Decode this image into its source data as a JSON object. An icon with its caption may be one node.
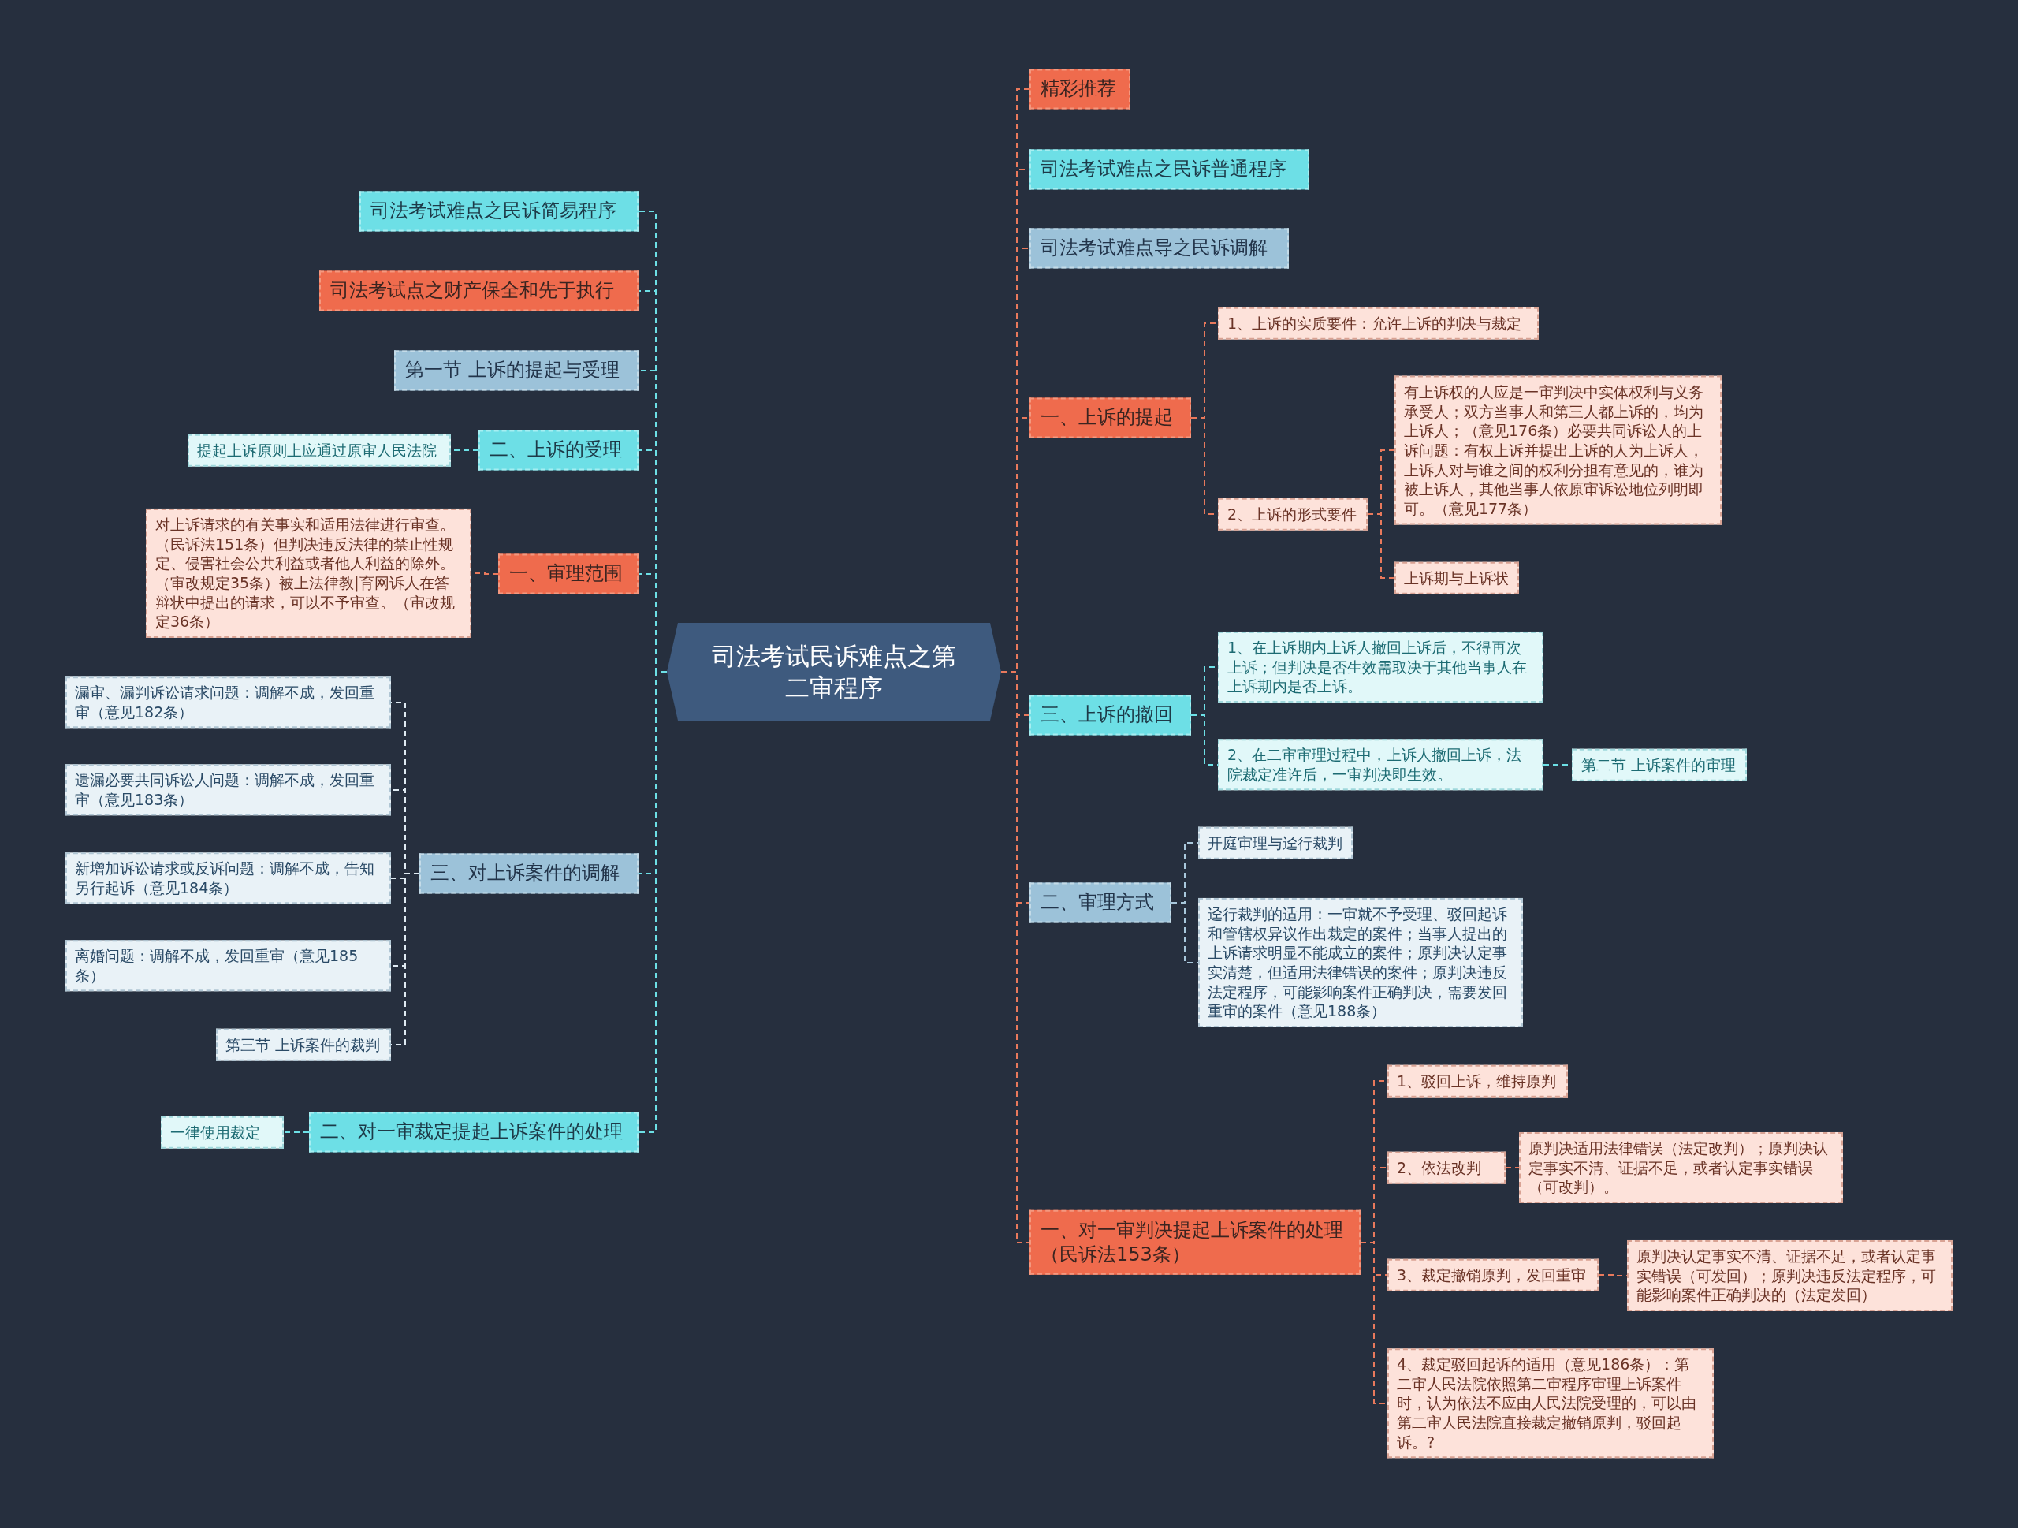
{
  "diagram": {
    "nodes": [
      {
        "text": [
          "司法考试民诉难点之第二审程序"
        ]
      },
      {
        "text": [
          "精彩推荐"
        ]
      },
      {
        "text": [
          "司法考试难点之民诉普通程序"
        ]
      },
      {
        "text": [
          "司法考试难点导之民诉调解"
        ]
      },
      {
        "text": [
          "一、上诉的提起"
        ]
      },
      {
        "text": [
          "1、上诉的实质要件：允许上诉的判决与裁定"
        ]
      },
      {
        "text": [
          "2、上诉的形式要件"
        ]
      },
      {
        "text": [
          "有上诉权的人应是一审判决中实体权利与义务承受人；双方当事人和第三人都上诉的，均为上诉人；（意见176条）必要共同诉讼人的上诉问题：有权上诉并提出上诉的人为上诉人，上诉人对与谁之间的权利分担有意见的，谁为被上诉人，其他当事人依原审诉讼地位列明即可。（意见177条）"
        ]
      },
      {
        "text": [
          "上诉期与上诉状"
        ]
      },
      {
        "text": [
          "三、上诉的撤回"
        ]
      },
      {
        "text": [
          "1、在上诉期内上诉人撤回上诉后，不得再次上诉；但判决是否生效需取决于其他当事人在上诉期内是否上诉。"
        ]
      },
      {
        "text": [
          "2、在二审审理过程中，上诉人撤回上诉，法院裁定准许后，一审判决即生效。"
        ]
      },
      {
        "text": [
          "第二节 上诉案件的审理"
        ]
      },
      {
        "text": [
          "二、审理方式"
        ]
      },
      {
        "text": [
          "开庭审理与迳行裁判"
        ]
      },
      {
        "text": [
          "迳行裁判的适用：一审就不予受理、驳回起诉和管辖权异议作出裁定的案件；当事人提出的上诉请求明显不能成立的案件；原判决认定事实清楚，但适用法律错误的案件；原判决违反法定程序，可能影响案件正确判决，需要发回重审的案件（意见188条）"
        ]
      },
      {
        "text": [
          "一、对一审判决提起上诉案件的处理（民诉法153条）"
        ]
      },
      {
        "text": [
          "1、驳回上诉，维持原判"
        ]
      },
      {
        "text": [
          "2、依法改判"
        ]
      },
      {
        "text": [
          "原判决适用法律错误（法定改判）；原判决认定事实不清、证据不足，或者认定事实错误（可改判）。"
        ]
      },
      {
        "text": [
          "3、裁定撤销原判，发回重审"
        ]
      },
      {
        "text": [
          "原判决认定事实不清、证据不足，或者认定事实错误（可发回）；原判决违反法定程序，可能影响案件正确判决的（法定发回）"
        ]
      },
      {
        "text": [
          "4、裁定驳回起诉的适用（意见186条）：第二审人民法院依照第二审程序审理上诉案件时，认为依法不应由人民法院受理的，可以由第二审人民法院直接裁定撤销原判，驳回起诉。?"
        ]
      },
      {
        "text": [
          "司法考试难点之民诉简易程序"
        ]
      },
      {
        "text": [
          "司法考试点之财产保全和先于执行"
        ]
      },
      {
        "text": [
          "第一节 上诉的提起与受理"
        ]
      },
      {
        "text": [
          "二、上诉的受理"
        ]
      },
      {
        "text": [
          "提起上诉原则上应通过原审人民法院"
        ]
      },
      {
        "text": [
          "一、审理范围"
        ]
      },
      {
        "text": [
          "对上诉请求的有关事实和适用法律进行审查。（民诉法151条）但判决违反法律的禁止性规定、侵害社会公共利益或者他人利益的除外。（审改规定35条）被上法律教|育网诉人在答辩状中提出的请求，可以不予审查。（审改规定36条）"
        ]
      },
      {
        "text": [
          "三、对上诉案件的调解"
        ]
      },
      {
        "text": [
          "漏审、漏判诉讼请求问题：调解不成，发回重审（意见182条）"
        ]
      },
      {
        "text": [
          "遗漏必要共同诉讼人问题：调解不成，发回重审（意见183条）"
        ]
      },
      {
        "text": [
          "新增加诉讼请求或反诉问题：调解不成，告知另行起诉（意见184条）"
        ]
      },
      {
        "text": [
          "离婚问题：调解不成，发回重审（意见185条）"
        ]
      },
      {
        "text": [
          "第三节 上诉案件的裁判"
        ]
      },
      {
        "text": [
          "二、对一审裁定提起上诉案件的处理"
        ]
      },
      {
        "text": [
          "一律使用裁定"
        ]
      }
    ],
    "edges": [
      {
        "from": 0,
        "to": 1,
        "arrow": "none",
        "color": "#e8795c"
      },
      {
        "from": 0,
        "to": 2,
        "arrow": "none",
        "color": "#e8795c"
      },
      {
        "from": 0,
        "to": 3,
        "arrow": "none",
        "color": "#e8795c"
      },
      {
        "from": 0,
        "to": 4,
        "arrow": "none",
        "color": "#e8795c"
      },
      {
        "from": 4,
        "to": 5,
        "arrow": "none",
        "color": "#e8795c"
      },
      {
        "from": 4,
        "to": 6,
        "arrow": "none",
        "color": "#e8795c"
      },
      {
        "from": 6,
        "to": 7,
        "arrow": "none",
        "color": "#e8795c"
      },
      {
        "from": 6,
        "to": 8,
        "arrow": "none",
        "color": "#e8795c"
      },
      {
        "from": 0,
        "to": 9,
        "arrow": "none",
        "color": "#e8795c"
      },
      {
        "from": 9,
        "to": 10,
        "arrow": "none",
        "color": "#6de0e6"
      },
      {
        "from": 9,
        "to": 11,
        "arrow": "none",
        "color": "#6de0e6"
      },
      {
        "from": 11,
        "to": 12,
        "arrow": "none",
        "color": "#6de0e6"
      },
      {
        "from": 0,
        "to": 13,
        "arrow": "none",
        "color": "#e8795c"
      },
      {
        "from": 13,
        "to": 14,
        "arrow": "none",
        "color": "#a9c8dc"
      },
      {
        "from": 13,
        "to": 15,
        "arrow": "none",
        "color": "#a9c8dc"
      },
      {
        "from": 0,
        "to": 16,
        "arrow": "none",
        "color": "#e8795c"
      },
      {
        "from": 16,
        "to": 17,
        "arrow": "none",
        "color": "#e8795c"
      },
      {
        "from": 16,
        "to": 18,
        "arrow": "none",
        "color": "#e8795c"
      },
      {
        "from": 18,
        "to": 19,
        "arrow": "none",
        "color": "#e8795c"
      },
      {
        "from": 16,
        "to": 20,
        "arrow": "none",
        "color": "#e8795c"
      },
      {
        "from": 20,
        "to": 21,
        "arrow": "none",
        "color": "#e8795c"
      },
      {
        "from": 16,
        "to": 22,
        "arrow": "none",
        "color": "#e8795c"
      },
      {
        "from": 0,
        "to": 23,
        "arrow": "none",
        "color": "#6de0e6"
      },
      {
        "from": 0,
        "to": 24,
        "arrow": "none",
        "color": "#6de0e6"
      },
      {
        "from": 0,
        "to": 25,
        "arrow": "none",
        "color": "#6de0e6"
      },
      {
        "from": 0,
        "to": 26,
        "arrow": "none",
        "color": "#6de0e6"
      },
      {
        "from": 26,
        "to": 27,
        "arrow": "none",
        "color": "#6de0e6"
      },
      {
        "from": 0,
        "to": 28,
        "arrow": "none",
        "color": "#6de0e6"
      },
      {
        "from": 28,
        "to": 29,
        "arrow": "none",
        "color": "#e8795c"
      },
      {
        "from": 0,
        "to": 30,
        "arrow": "none",
        "color": "#6de0e6"
      },
      {
        "from": 30,
        "to": 31,
        "arrow": "none",
        "color": "#dfeaf2"
      },
      {
        "from": 30,
        "to": 32,
        "arrow": "none",
        "color": "#dfeaf2"
      },
      {
        "from": 30,
        "to": 33,
        "arrow": "none",
        "color": "#dfeaf2"
      },
      {
        "from": 30,
        "to": 34,
        "arrow": "none",
        "color": "#dfeaf2"
      },
      {
        "from": 30,
        "to": 35,
        "arrow": "none",
        "color": "#dfeaf2"
      },
      {
        "from": 0,
        "to": 36,
        "arrow": "none",
        "color": "#6de0e6"
      },
      {
        "from": 36,
        "to": 37,
        "arrow": "none",
        "color": "#6de0e6"
      }
    ]
  }
}
